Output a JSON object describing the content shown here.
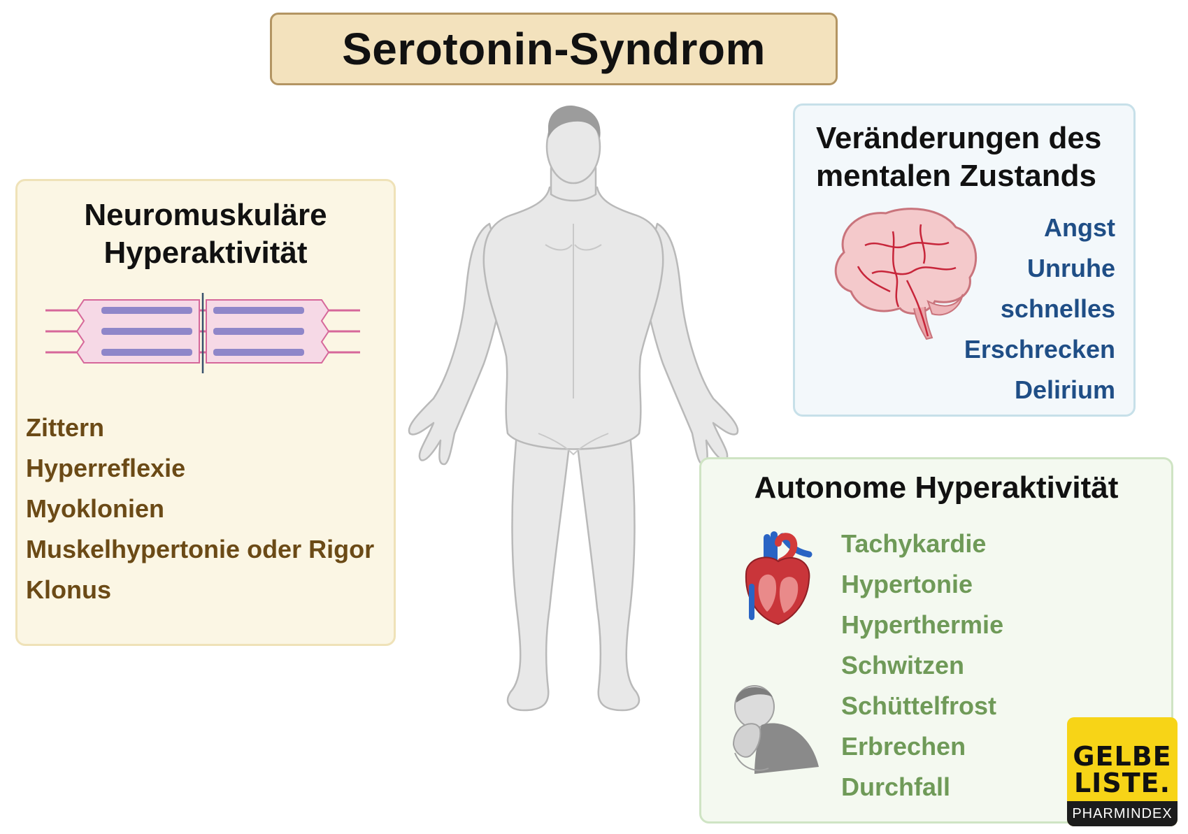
{
  "title": "Serotonin-Syndrom",
  "neuromuscular": {
    "title_line1": "Neuromuskuläre",
    "title_line2": "Hyperaktivität",
    "items": [
      "Zittern",
      "Hyperreflexie",
      "Myoklonien",
      "Muskelhypertonie oder Rigor",
      "Klonus"
    ],
    "text_color": "#6b4a16",
    "icon": "muscle-fiber-icon"
  },
  "mental": {
    "title_line1": "Veränderungen des",
    "title_line2": "mentalen Zustands",
    "items": [
      "Angst",
      "Unruhe",
      "schnelles",
      "Erschrecken",
      "Delirium"
    ],
    "text_color": "#1f4e86",
    "icon": "brain-icon"
  },
  "autonomic": {
    "title": "Autonome Hyperaktivität",
    "items": [
      "Tachykardie",
      "Hypertonie",
      "Hyperthermie",
      "Schwitzen",
      "Schüttelfrost",
      "Erbrechen",
      "Durchfall"
    ],
    "text_color": "#6f9a58",
    "icons": [
      "heart-icon",
      "vomiting-person-icon"
    ]
  },
  "center_figure": "human-body-icon",
  "logo": {
    "line1": "GELBE",
    "line2": "LISTE.",
    "subline": "PHARMINDEX",
    "background": "#f7d417"
  }
}
